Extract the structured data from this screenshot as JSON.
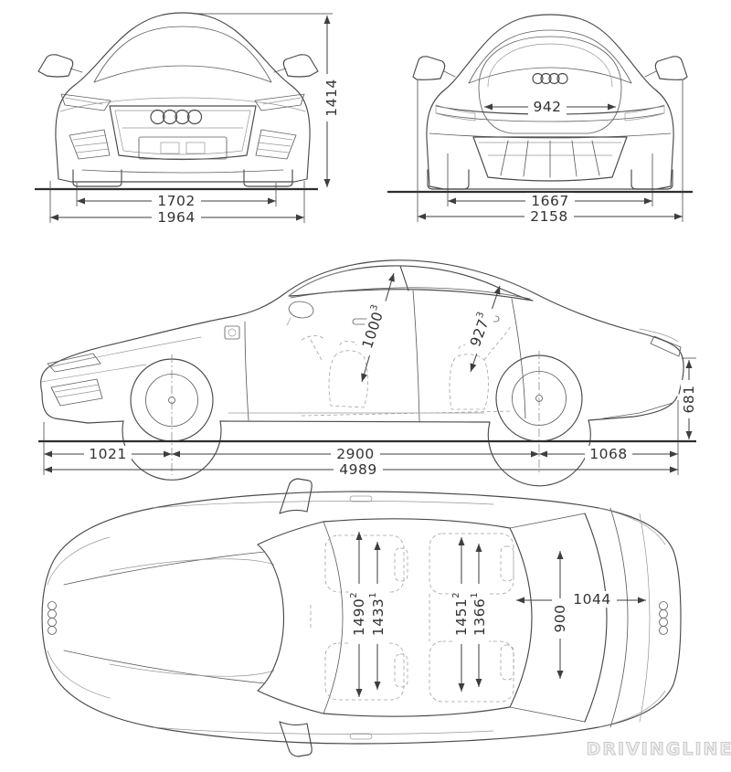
{
  "watermark": {
    "label": "DRIVINGLINE"
  },
  "colors": {
    "line": "#4a4a4a",
    "dimension": "#3e3e3e",
    "text": "#333333",
    "watermark": "#d9d9d9",
    "background": "#ffffff"
  },
  "front_view": {
    "height": "1414",
    "track": "1702",
    "width": "1964"
  },
  "rear_view": {
    "opening": "942",
    "track": "1667",
    "width_mirrors": "2158"
  },
  "side_view": {
    "headroom_front": "1000",
    "headroom_front_note": "3",
    "headroom_rear": "927",
    "headroom_rear_note": "3",
    "rear_height": "681",
    "front_overhang": "1021",
    "wheelbase": "2900",
    "rear_overhang": "1068",
    "length": "4989"
  },
  "top_view": {
    "width_front_a": "1490",
    "width_front_a_note": "2",
    "width_front_b": "1433",
    "width_front_b_note": "1",
    "width_rear_a": "1451",
    "width_rear_a_note": "2",
    "width_rear_b": "1366",
    "width_rear_b_note": "1",
    "opening_length": "1044",
    "opening_width": "900"
  }
}
